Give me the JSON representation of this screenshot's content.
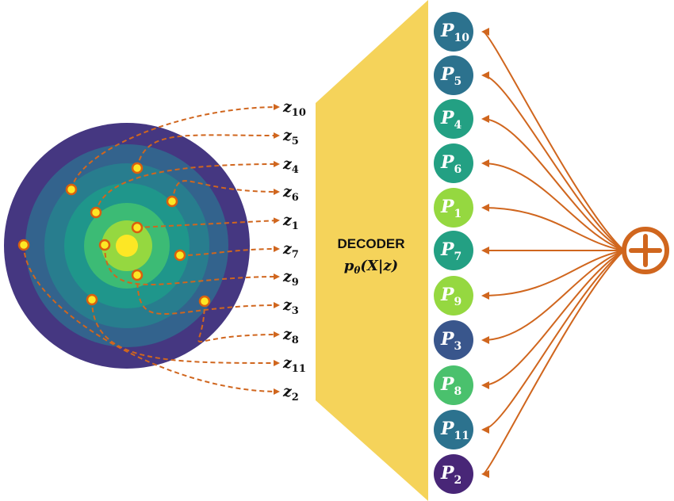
{
  "decoder": {
    "title": "DECODER",
    "formula_p": "p",
    "formula_sub": "θ",
    "formula_rest": "(X|z)",
    "color": "#F5D35A"
  },
  "latent": {
    "label_prefix": "z",
    "ring_colors": [
      "#453781",
      "#33638D",
      "#287D8E",
      "#1F968B",
      "#3CBB75",
      "#95D840",
      "#FDE725"
    ],
    "point_fill": "#FDE725",
    "point_stroke": "#D95F0E",
    "labels": [
      "10",
      "5",
      "4",
      "6",
      "1",
      "7",
      "9",
      "3",
      "8",
      "11",
      "2"
    ]
  },
  "outputs": {
    "label_prefix": "P",
    "items": [
      {
        "sub": "10",
        "color": "#2C728E"
      },
      {
        "sub": "5",
        "color": "#2C728E"
      },
      {
        "sub": "4",
        "color": "#23A083"
      },
      {
        "sub": "6",
        "color": "#23A083"
      },
      {
        "sub": "1",
        "color": "#95D840"
      },
      {
        "sub": "7",
        "color": "#23A083"
      },
      {
        "sub": "9",
        "color": "#95D840"
      },
      {
        "sub": "3",
        "color": "#39568C"
      },
      {
        "sub": "8",
        "color": "#4AC16D"
      },
      {
        "sub": "11",
        "color": "#2C728E"
      },
      {
        "sub": "2",
        "color": "#482677"
      }
    ]
  },
  "combine": {
    "symbol": "+",
    "color": "#D0661E"
  },
  "arrow_color": "#D0661E"
}
